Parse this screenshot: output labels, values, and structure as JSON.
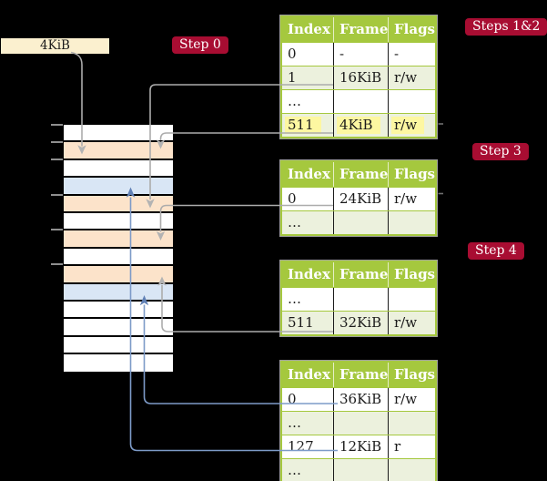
{
  "size_label": {
    "text": "4KiB"
  },
  "badges": {
    "step0": "Step 0",
    "steps12": "Steps 1&2",
    "step3": "Step 3",
    "step4": "Step 4"
  },
  "memory_column": {
    "rows": [
      {
        "fill": "white"
      },
      {
        "fill": "peach"
      },
      {
        "fill": "white"
      },
      {
        "fill": "blue"
      },
      {
        "fill": "peach"
      },
      {
        "fill": "white"
      },
      {
        "fill": "peach"
      },
      {
        "fill": "white"
      },
      {
        "fill": "peach"
      },
      {
        "fill": "blue"
      },
      {
        "fill": "white"
      },
      {
        "fill": "white"
      },
      {
        "fill": "white"
      },
      {
        "fill": "white"
      }
    ]
  },
  "page_tables": [
    {
      "headers": [
        "Index",
        "Frame",
        "Flags"
      ],
      "rows": [
        {
          "index": "0",
          "frame": "-",
          "flags": "-"
        },
        {
          "index": "1",
          "frame": "16KiB",
          "flags": "r/w"
        },
        {
          "index": "…",
          "frame": "",
          "flags": ""
        },
        {
          "index": "511",
          "frame": "4KiB",
          "flags": "r/w"
        }
      ]
    },
    {
      "headers": [
        "Index",
        "Frame",
        "Flags"
      ],
      "rows": [
        {
          "index": "0",
          "frame": "24KiB",
          "flags": "r/w"
        },
        {
          "index": "…",
          "frame": "",
          "flags": ""
        }
      ]
    },
    {
      "headers": [
        "Index",
        "Frame",
        "Flags"
      ],
      "rows": [
        {
          "index": "…",
          "frame": "",
          "flags": ""
        },
        {
          "index": "511",
          "frame": "32KiB",
          "flags": "r/w"
        }
      ]
    },
    {
      "headers": [
        "Index",
        "Frame",
        "Flags"
      ],
      "rows": [
        {
          "index": "0",
          "frame": "36KiB",
          "flags": "r/w"
        },
        {
          "index": "…",
          "frame": "",
          "flags": ""
        },
        {
          "index": "127",
          "frame": "12KiB",
          "flags": "r"
        },
        {
          "index": "…",
          "frame": "",
          "flags": ""
        }
      ]
    }
  ],
  "colors": {
    "background": "#000000",
    "table_green": "#A5C83E",
    "row_light_green": "#ECF1DD",
    "peach_row": "#FCE3CA",
    "blue_row": "#D9E6F5",
    "badge_red": "#A80D32",
    "cream_box": "#FBF0CF",
    "highlight_yellow": "#FDF7A1",
    "gray_arrow": "#ACACAC",
    "blue_arrow": "#7D9BC8"
  }
}
